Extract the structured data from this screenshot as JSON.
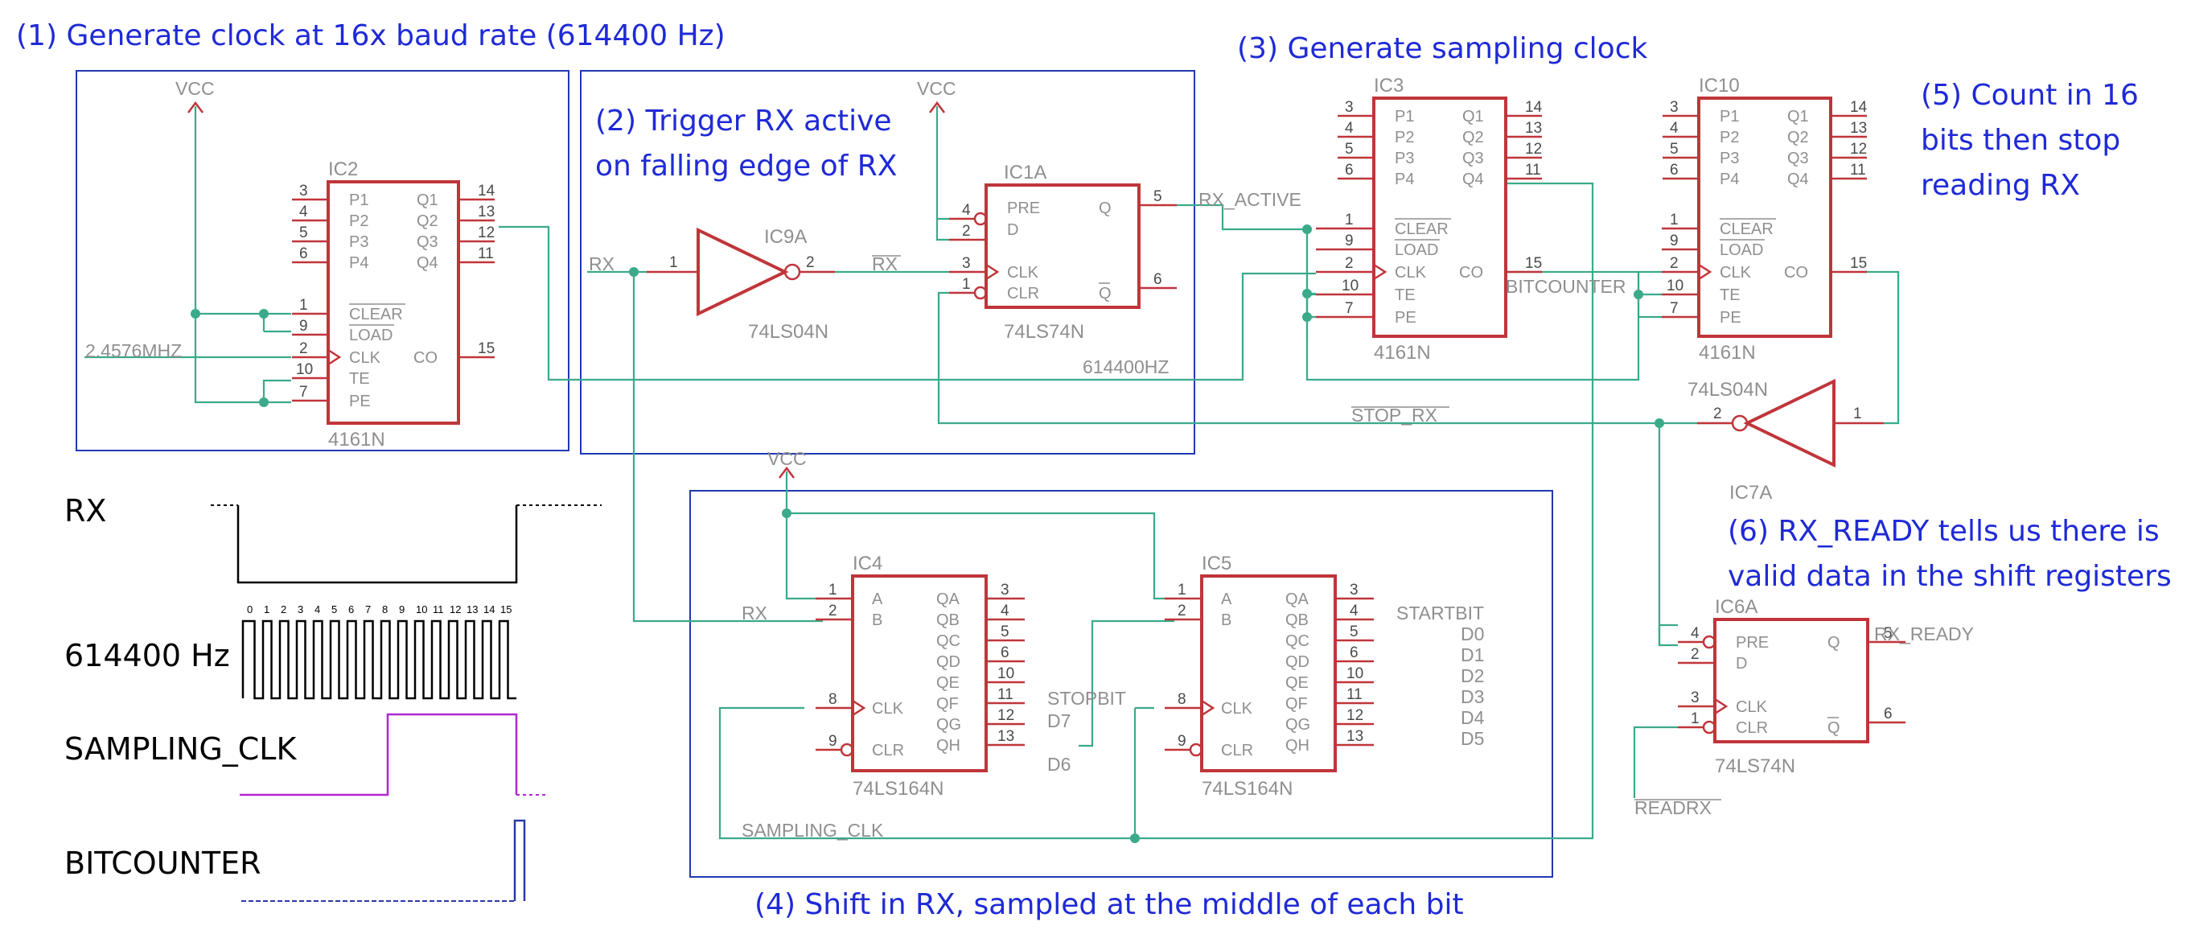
{
  "captions": {
    "c1": "(1) Generate clock at 16x baud rate (614400 Hz)",
    "c2a": "(2) Trigger RX active",
    "c2b": "on falling edge of RX",
    "c3": "(3) Generate sampling clock",
    "c4": "(4) Shift in RX, sampled at the middle of each bit",
    "c5a": "(5) Count in 16",
    "c5b": "bits then stop",
    "c5c": "reading RX",
    "c6a": "(6) RX_READY tells us there is",
    "c6b": "valid data in the shift registers"
  },
  "labels": {
    "vcc": "VCC",
    "rx": "RX",
    "rx_bar": "RX",
    "osc": "2.4576MHZ",
    "f614": "614400HZ",
    "rx_active": "RX_ACTIVE",
    "bitcounter": "BITCOUNTER",
    "stop_rx": "STOP_RX",
    "sampling_clk": "SAMPLING_CLK",
    "startbit": "STARTBIT",
    "stopbit": "STOPBIT",
    "rx_ready": "RX_READY",
    "readrx": "READRX",
    "d0": "D0",
    "d1": "D1",
    "d2": "D2",
    "d3": "D3",
    "d4": "D4",
    "d5": "D5",
    "d6": "D6",
    "d7": "D7"
  },
  "chips": {
    "ic2": {
      "name": "IC2",
      "part": "4161N"
    },
    "ic3": {
      "name": "IC3",
      "part": "4161N"
    },
    "ic10": {
      "name": "IC10",
      "part": "4161N"
    },
    "ic1a": {
      "name": "IC1A",
      "part": "74LS74N"
    },
    "ic6a": {
      "name": "IC6A",
      "part": "74LS74N"
    },
    "ic9a": {
      "name": "IC9A",
      "part": "74LS04N"
    },
    "ic7a": {
      "name": "IC7A",
      "part": "74LS04N"
    },
    "ic4": {
      "name": "IC4",
      "part": "74LS164N"
    },
    "ic5": {
      "name": "IC5",
      "part": "74LS164N"
    }
  },
  "pins161": {
    "p1": "P1",
    "p2": "P2",
    "p3": "P3",
    "p4": "P4",
    "q1": "Q1",
    "q2": "Q2",
    "q3": "Q3",
    "q4": "Q4",
    "clear": "CLEAR",
    "load": "LOAD",
    "clk": "CLK",
    "te": "TE",
    "pe": "PE",
    "co": "CO",
    "n3": "3",
    "n4": "4",
    "n5": "5",
    "n6": "6",
    "n14": "14",
    "n13": "13",
    "n12": "12",
    "n11": "11",
    "n1": "1",
    "n9": "9",
    "n2": "2",
    "n10": "10",
    "n7": "7",
    "n15": "15"
  },
  "pins74": {
    "pre": "PRE",
    "d": "D",
    "clk": "CLK",
    "clr": "CLR",
    "q": "Q",
    "qbar": "Q",
    "n4": "4",
    "n2": "2",
    "n3": "3",
    "n1": "1",
    "n5": "5",
    "n6": "6"
  },
  "pins164": {
    "a": "A",
    "b": "B",
    "clk": "CLK",
    "clr": "CLR",
    "qa": "QA",
    "qb": "QB",
    "qc": "QC",
    "qd": "QD",
    "qe": "QE",
    "qf": "QF",
    "qg": "QG",
    "qh": "QH",
    "n1": "1",
    "n2": "2",
    "n8": "8",
    "n9": "9",
    "n3": "3",
    "n4": "4",
    "n5": "5",
    "n6": "6",
    "n10": "10",
    "n11": "11",
    "n12": "12",
    "n13": "13"
  },
  "inverter_pins": {
    "in": "1",
    "out": "2"
  },
  "timing": {
    "rx": "RX",
    "clock": "614400 Hz",
    "sampling": "SAMPLING_CLK",
    "bitcounter": "BITCOUNTER",
    "ticks": [
      "0",
      "1",
      "2",
      "3",
      "4",
      "5",
      "6",
      "7",
      "8",
      "9",
      "10",
      "11",
      "12",
      "13",
      "14",
      "15"
    ]
  },
  "colors": {
    "part": "#c0353a",
    "wire": "#3aaa8a",
    "caption": "#1f2ad6",
    "frame": "#2238b5",
    "sampling_trace": "#b027d0",
    "bitcounter_trace": "#2a3aa8"
  }
}
